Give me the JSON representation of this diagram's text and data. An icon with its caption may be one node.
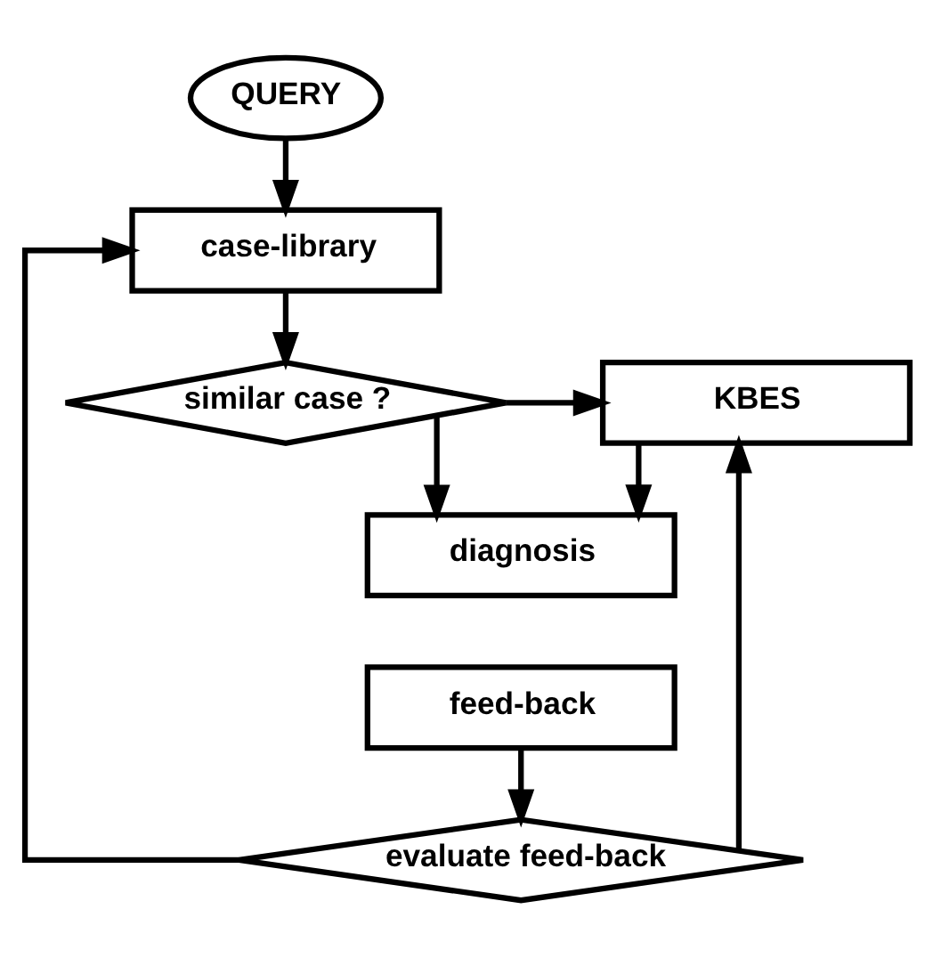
{
  "diagram": {
    "nodes": [
      {
        "text": [
          "QUERY"
        ]
      },
      {
        "text": [
          "case-library"
        ]
      },
      {
        "text": [
          "similar case ?"
        ]
      },
      {
        "text": [
          "KBES"
        ]
      },
      {
        "text": [
          "diagnosis"
        ]
      },
      {
        "text": [
          "feed-back"
        ]
      },
      {
        "text": [
          "evaluate feed-back"
        ]
      }
    ],
    "edges": [
      {
        "from": 0,
        "to": 1,
        "arrow": "to"
      },
      {
        "from": 1,
        "to": 2,
        "arrow": "to"
      },
      {
        "from": 2,
        "to": 3,
        "arrow": "to"
      },
      {
        "from": 2,
        "to": 4,
        "arrow": "to"
      },
      {
        "from": 3,
        "to": 4,
        "arrow": "to"
      },
      {
        "from": 5,
        "to": 6,
        "arrow": "to"
      },
      {
        "from": 6,
        "to": 1,
        "arrow": "to"
      },
      {
        "from": 6,
        "to": 3,
        "arrow": "to"
      }
    ]
  }
}
